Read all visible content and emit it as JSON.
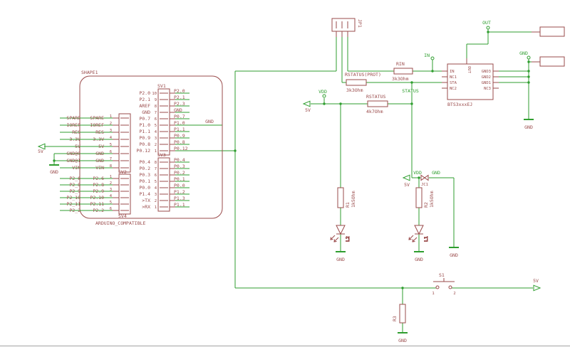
{
  "colors": {
    "symbol": "#9a4b4b",
    "wire": "#2f9e2f",
    "frame": "#bdbdbd",
    "background": "#ffffff"
  },
  "arduino": {
    "shape_label": "SHAPE1",
    "part_label": "ARDUINO_COMPATIBLE",
    "sv2": {
      "name": "SV2",
      "pins": [
        {
          "num": "1",
          "name": "SPARE",
          "net": "SPARE"
        },
        {
          "num": "2",
          "name": "IOREF",
          "net": "IOREF"
        },
        {
          "num": "3",
          "name": "RES",
          "net": "RES"
        },
        {
          "num": "4",
          "name": "3.3V",
          "net": "3.3V"
        },
        {
          "num": "5",
          "name": "5V",
          "net": "5V"
        },
        {
          "num": "6",
          "name": "GND",
          "net": "GND@0"
        },
        {
          "num": "7",
          "name": "GND",
          "net": "GND@1"
        },
        {
          "num": "8",
          "name": "VIN",
          "net": "VIN"
        }
      ]
    },
    "sv4": {
      "name": "SV4",
      "pins": [
        {
          "num": "1",
          "name": "P2.6",
          "net": "P2_6"
        },
        {
          "num": "2",
          "name": "P2.8",
          "net": "P2_8"
        },
        {
          "num": "3",
          "name": "P2.9",
          "net": "P2_9"
        },
        {
          "num": "4",
          "name": "P2.10",
          "net": "P2_10"
        },
        {
          "num": "5",
          "name": "P2.11",
          "net": "P2_11"
        },
        {
          "num": "6",
          "name": "P2.2",
          "net": "P2_2"
        }
      ]
    },
    "sv1": {
      "name": "SV1",
      "pins": [
        {
          "num": "10",
          "name": "P2.0",
          "net": "P2.0"
        },
        {
          "num": "9",
          "name": "P2.1",
          "net": "P2.1"
        },
        {
          "num": "8",
          "name": "AREF",
          "net": "P2.3"
        },
        {
          "num": "7",
          "name": "GND",
          "net": "GND"
        },
        {
          "num": "6",
          "name": "P0.7",
          "net": "P0.7"
        },
        {
          "num": "5",
          "name": "P1.0",
          "net": "P1.0"
        },
        {
          "num": "4",
          "name": "P1.1",
          "net": "P1.1"
        },
        {
          "num": "3",
          "name": "P0.9",
          "net": "P0.9"
        },
        {
          "num": "2",
          "name": "P0.8",
          "net": "P0.8"
        },
        {
          "num": "1",
          "name": "P0.12",
          "net": "P0.12"
        }
      ]
    },
    "sv3": {
      "name": "SV3",
      "pins": [
        {
          "num": "8",
          "name": "P0.4",
          "net": "P0.4"
        },
        {
          "num": "7",
          "name": "P0.2",
          "net": "P0.3"
        },
        {
          "num": "6",
          "name": "P0.3",
          "net": "P0.2"
        },
        {
          "num": "5",
          "name": "P0.1",
          "net": "P0.1"
        },
        {
          "num": "4",
          "name": "P0.0",
          "net": "P0.0"
        },
        {
          "num": "3",
          "name": "P1.4",
          "net": "P1.2"
        },
        {
          "num": "2",
          "name": ">TX",
          "net": "P1.3"
        },
        {
          "num": "1",
          "name": ">RX",
          "net": "P1.1"
        }
      ]
    }
  },
  "jp1": {
    "name": "JP1"
  },
  "resistors": {
    "rprot": {
      "name": "RSTATUS(PROT)",
      "value": "3k3Ohm"
    },
    "rin": {
      "name": "RIN",
      "value": "3k3Ohm"
    },
    "rstatus": {
      "name": "RSTATUS",
      "value": "4k7Ohm"
    },
    "r1": {
      "name": "R1",
      "value": "1k5Ohm"
    },
    "r2": {
      "name": "R2",
      "value": "1k5Ohm"
    },
    "r3": {
      "name": "R3"
    }
  },
  "leds": {
    "l1": "L1",
    "l2": "L2"
  },
  "ic": {
    "name": "BTS3xxxEJ",
    "left_pins": [
      "IN",
      "NC1",
      "STA",
      "NC2"
    ],
    "right_pins": [
      "GND3",
      "GND2",
      "GND1",
      "NC3"
    ],
    "top_pin": "OUT"
  },
  "switch": {
    "name": "S1",
    "pin1": "1",
    "pin2": "2"
  },
  "jumper": {
    "name": "JC1"
  },
  "labels": {
    "gnd": "GND",
    "v5": "5V",
    "vdd": "VDD",
    "in": "IN",
    "out": "OUT",
    "status": "STATUS"
  }
}
